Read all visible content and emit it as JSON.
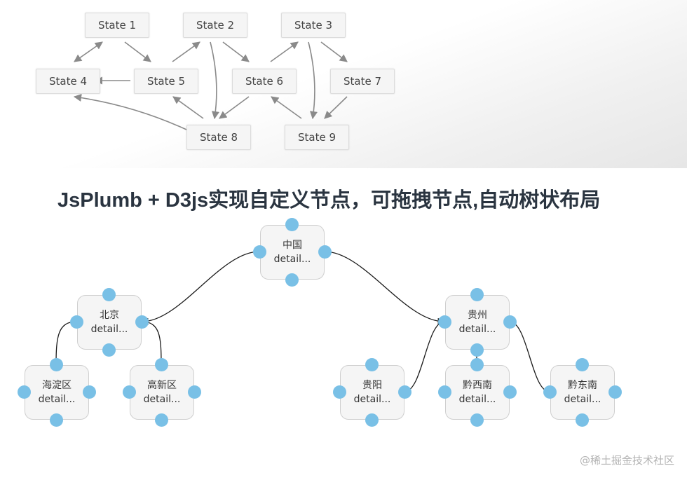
{
  "state_diagram": {
    "states": [
      {
        "id": "s1",
        "label": "State 1"
      },
      {
        "id": "s2",
        "label": "State 2"
      },
      {
        "id": "s3",
        "label": "State 3"
      },
      {
        "id": "s4",
        "label": "State 4"
      },
      {
        "id": "s5",
        "label": "State 5"
      },
      {
        "id": "s6",
        "label": "State 6"
      },
      {
        "id": "s7",
        "label": "State 7"
      },
      {
        "id": "s8",
        "label": "State 8"
      },
      {
        "id": "s9",
        "label": "State 9"
      }
    ],
    "edges": [
      {
        "from": "s1",
        "to": "s4",
        "bidirectional": true
      },
      {
        "from": "s1",
        "to": "s5"
      },
      {
        "from": "s5",
        "to": "s4"
      },
      {
        "from": "s5",
        "to": "s2"
      },
      {
        "from": "s2",
        "to": "s6"
      },
      {
        "from": "s2",
        "to": "s8"
      },
      {
        "from": "s6",
        "to": "s3"
      },
      {
        "from": "s3",
        "to": "s7"
      },
      {
        "from": "s3",
        "to": "s9"
      },
      {
        "from": "s8",
        "to": "s5"
      },
      {
        "from": "s6",
        "to": "s8"
      },
      {
        "from": "s8",
        "to": "s4"
      },
      {
        "from": "s9",
        "to": "s6"
      },
      {
        "from": "s7",
        "to": "s9"
      }
    ],
    "edge_color": "#8a8a8a"
  },
  "title": "JsPlumb + D3js实现自定义节点，可拖拽节点,自动树状布局",
  "tree": {
    "nodes": [
      {
        "id": "cn",
        "name": "中国",
        "detail": "detail..."
      },
      {
        "id": "bj",
        "name": "北京",
        "detail": "detail..."
      },
      {
        "id": "gz",
        "name": "贵州",
        "detail": "detail..."
      },
      {
        "id": "hd",
        "name": "海淀区",
        "detail": "detail..."
      },
      {
        "id": "gx",
        "name": "高新区",
        "detail": "detail..."
      },
      {
        "id": "gy",
        "name": "贵阳",
        "detail": "detail..."
      },
      {
        "id": "qxn",
        "name": "黔西南",
        "detail": "detail..."
      },
      {
        "id": "qdn",
        "name": "黔东南",
        "detail": "detail..."
      }
    ],
    "edges": [
      {
        "from": "cn",
        "to": "bj",
        "arrow": true
      },
      {
        "from": "cn",
        "to": "gz",
        "arrow": true
      },
      {
        "from": "bj",
        "to": "hd"
      },
      {
        "from": "bj",
        "to": "gx"
      },
      {
        "from": "gz",
        "to": "gy"
      },
      {
        "from": "gz",
        "to": "qxn"
      },
      {
        "from": "gz",
        "to": "qdn"
      }
    ],
    "anchor_color": "#79c0e6",
    "edge_color": "#1a1a1a"
  },
  "watermark": "@稀土掘金技术社区"
}
